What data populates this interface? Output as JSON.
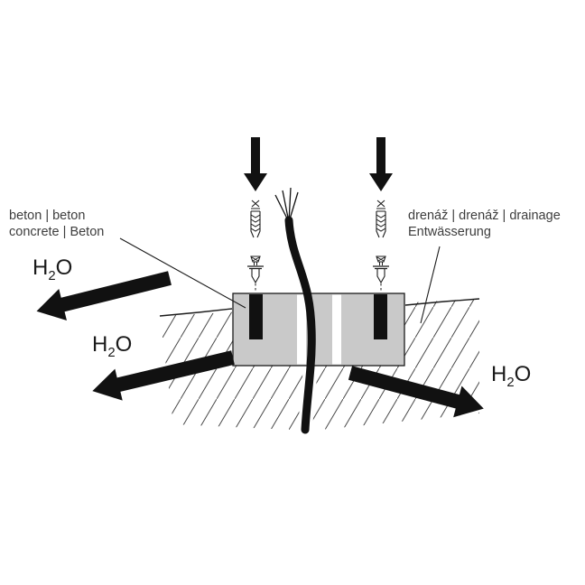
{
  "labels": {
    "concrete": {
      "line1": "beton | beton",
      "line2": "concrete | Beton"
    },
    "drainage": {
      "line1": "drenáž | drenáž | drainage",
      "line2": "Entwässerung"
    },
    "water": {
      "symbol_h": "H",
      "symbol_sub": "2",
      "symbol_o": "O"
    }
  },
  "colors": {
    "ink": "#1b1b1b",
    "concrete_fill": "#c9c9c9",
    "label_text": "#3d3d3d",
    "hatch_line": "#4a4a4a"
  }
}
